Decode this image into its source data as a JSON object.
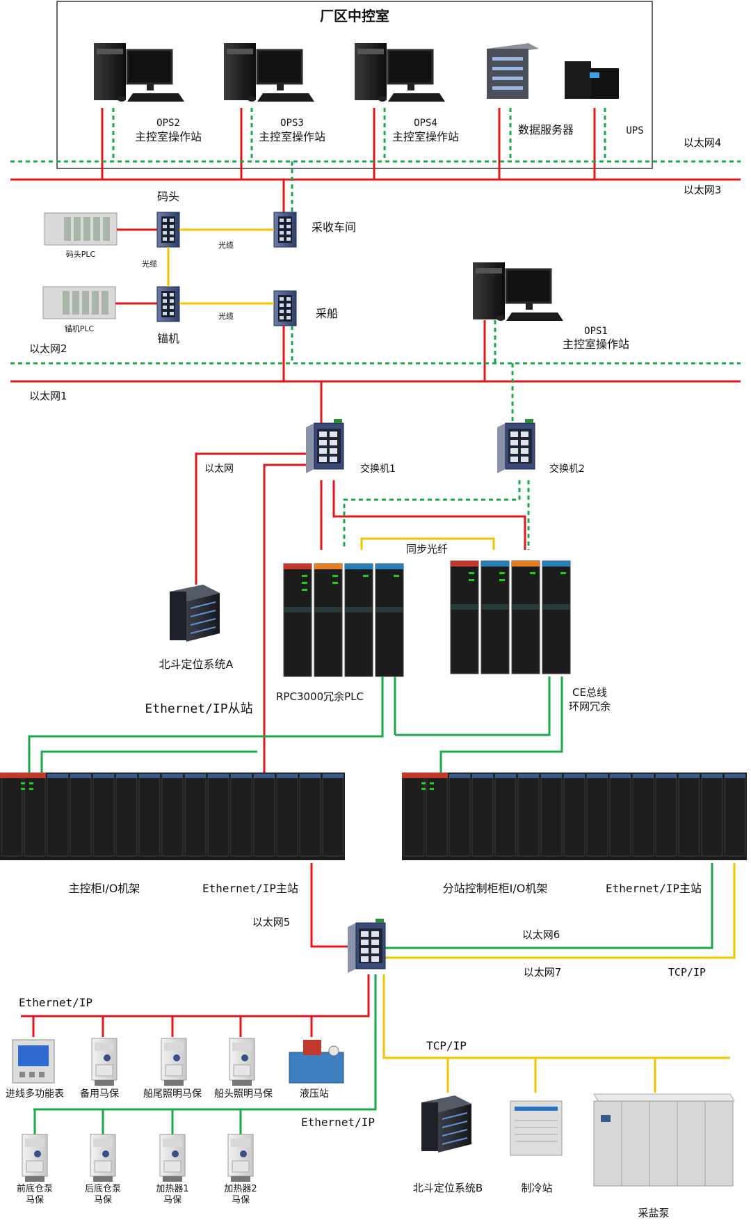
{
  "title": "厂区中控室",
  "colors": {
    "red": "#e0161b",
    "green": "#1aa84a",
    "yellow": "#f1c400",
    "lime": "#22cc22"
  },
  "workstations": {
    "ops2": {
      "id": "OPS2",
      "name": "主控室操作站"
    },
    "ops3": {
      "id": "OPS3",
      "name": "主控室操作站"
    },
    "ops4": {
      "id": "OPS4",
      "name": "主控室操作站"
    },
    "ops1": {
      "id": "OPS1",
      "name": "主控室操作站"
    },
    "data_server": "数据服务器",
    "ups": "UPS"
  },
  "networks": {
    "eth1": "以太网1",
    "eth2": "以太网2",
    "eth3": "以太网3",
    "eth4": "以太网4",
    "eth5": "以太网5",
    "eth6": "以太网6",
    "eth7": "以太网7",
    "ethernet": "以太网"
  },
  "field_nodes": {
    "matou": "码头",
    "matou_plc": "码头PLC",
    "caishou": "采收车间",
    "maoji": "锚机",
    "maoji_plc": "锚机PLC",
    "caichuan": "采船",
    "fiber": "光缆"
  },
  "switches": {
    "sw1": "交换机1",
    "sw2": "交换机2"
  },
  "controllers": {
    "plc": "RPC3000冗余PLC",
    "sync_fiber": "同步光纤",
    "ce_bus": "CE总线",
    "ring_redundancy": "环网冗余"
  },
  "beidou_a": "北斗定位系统A",
  "ethernet_ip_slave": "Ethernet/IP从站",
  "racks": {
    "main": "主控柜I/O机架",
    "main_master": "Ethernet/IP主站",
    "sub": "分站控制柜柜I/O机架",
    "sub_master": "Ethernet/IP主站"
  },
  "protocols": {
    "eip_top": "Ethernet/IP",
    "eip_bottom": "Ethernet/IP",
    "tcp_right": "TCP/IP",
    "tcp_mid": "TCP/IP"
  },
  "devices_row1": [
    "进线多功能表",
    "备用马保",
    "船尾照明马保",
    "船头照明马保",
    "液压站"
  ],
  "devices_row2": [
    {
      "line1": "前底仓泵",
      "line2": "马保"
    },
    {
      "line1": "后底仓泵",
      "line2": "马保"
    },
    {
      "line1": "加热器1",
      "line2": "马保"
    },
    {
      "line1": "加热器2",
      "line2": "马保"
    }
  ],
  "devices_right": [
    "北斗定位系统B",
    "制冷站",
    "采盐泵"
  ]
}
